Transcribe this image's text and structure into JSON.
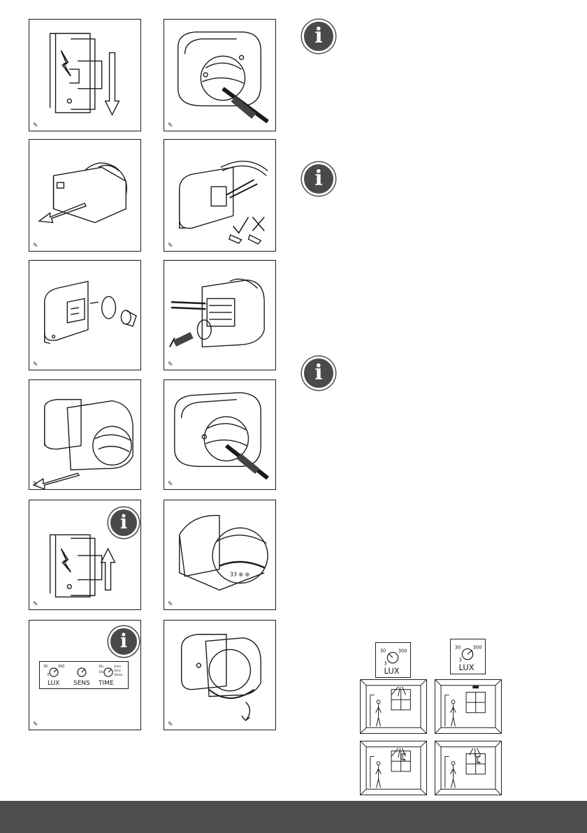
{
  "info_glyph": "i",
  "corner_glyph": "✎",
  "controls": {
    "lux_low": "3",
    "lux_mid": "30",
    "lux_high": "300",
    "lux_label": "LUX",
    "sens_label": "SENS",
    "time_label": "TIME",
    "time_opts": [
      "30s",
      "1min",
      "3min",
      "10min",
      "10s"
    ]
  },
  "bottom_diagrams": {
    "left_box": {
      "v1": "30",
      "v2": "300",
      "v3": "3",
      "label": "LUX"
    },
    "right_box": {
      "v1": "30",
      "v2": "300",
      "v3": "3",
      "label": "LUX"
    }
  },
  "colors": {
    "info_bg": "#4a4a4a",
    "footer_bg": "#4d4d4d",
    "line": "#1a1a1a"
  }
}
